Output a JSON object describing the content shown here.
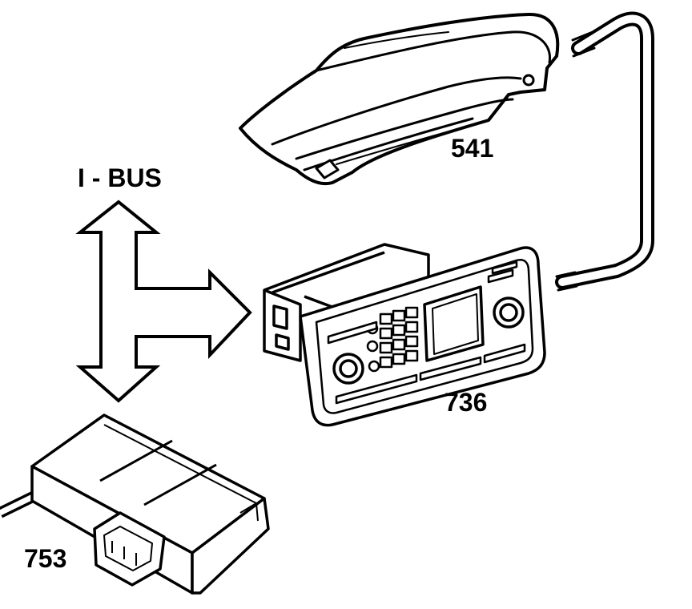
{
  "diagram": {
    "bus_label": "I - BUS",
    "components": {
      "display_unit": {
        "number": "541"
      },
      "radio_unit": {
        "number": "736"
      },
      "control_module": {
        "number": "753"
      }
    }
  }
}
